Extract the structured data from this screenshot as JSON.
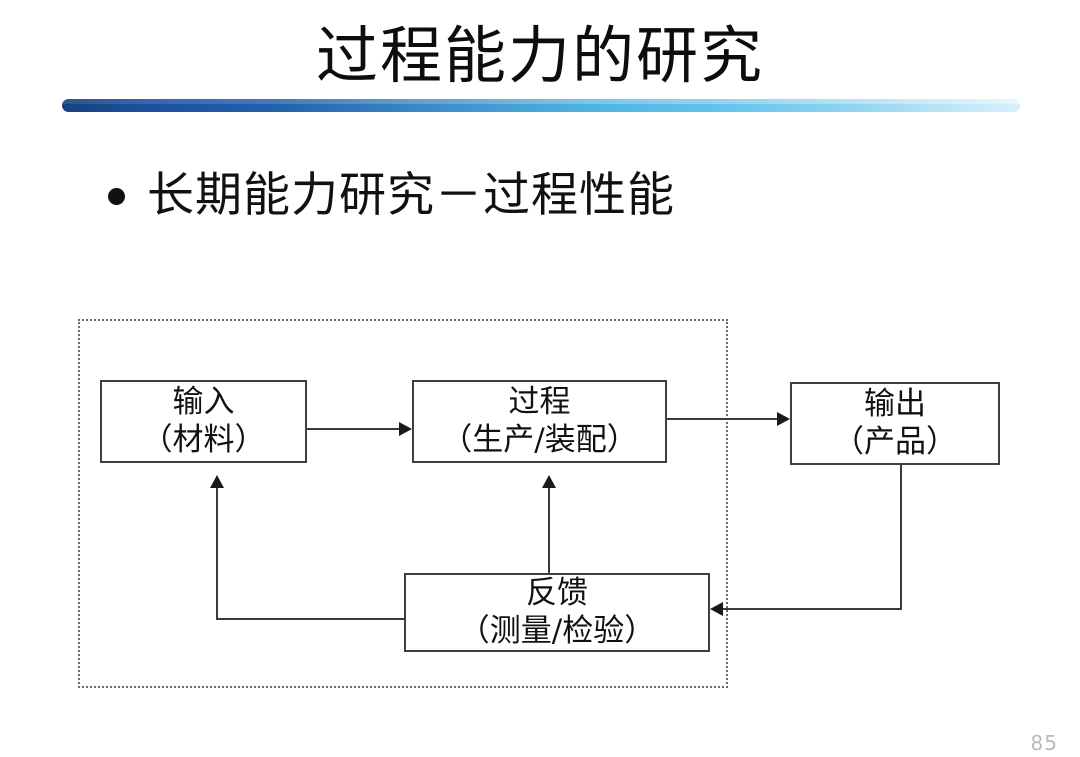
{
  "slide": {
    "title": "过程能力的研究",
    "page_number": "85",
    "accent_dark": "#17407f",
    "accent_light": "#d8f0fb",
    "background": "#ffffff",
    "text_color": "#111111"
  },
  "bullets": [
    {
      "marker": "bullet-dot",
      "text": "长期能力研究－过程性能"
    }
  ],
  "diagram": {
    "boundary": {
      "name": "process-boundary",
      "style": "dotted"
    },
    "nodes": [
      {
        "id": "input",
        "line1": "输入",
        "line2": "（材料）"
      },
      {
        "id": "process",
        "line1": "过程",
        "line2": "（生产/装配）"
      },
      {
        "id": "output",
        "line1": "输出",
        "line2": "（产品）"
      },
      {
        "id": "feedback",
        "line1": "反馈",
        "line2": "（测量/检验）"
      }
    ],
    "connectors": [
      {
        "id": "input-to-process",
        "from": "input",
        "to": "process",
        "direction": "right"
      },
      {
        "id": "process-to-output",
        "from": "process",
        "to": "output",
        "direction": "right"
      },
      {
        "id": "output-to-feedback",
        "from": "output",
        "to": "feedback",
        "direction": "left"
      },
      {
        "id": "feedback-to-process",
        "from": "feedback",
        "to": "process",
        "direction": "up"
      },
      {
        "id": "feedback-to-input",
        "from": "feedback",
        "to": "input",
        "direction": "up"
      }
    ]
  }
}
